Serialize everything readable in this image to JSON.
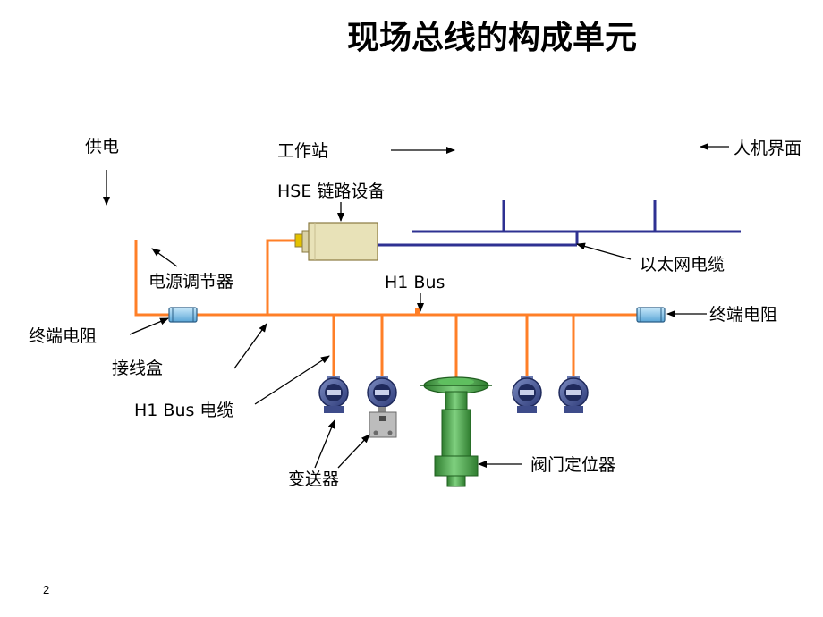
{
  "title": "现场总线的构成单元",
  "labels": {
    "power": "供电",
    "workstation": "工作站",
    "hmi": "人机界面",
    "hse_link": "HSE 链路设备",
    "ethernet_cable": "以太网电缆",
    "power_conditioner": "电源调节器",
    "h1_bus": "H1 Bus",
    "terminator_left": "终端电阻",
    "terminator_right": "终端电阻",
    "junction_box": "接线盒",
    "h1_bus_cable": "H1 Bus 电缆",
    "transmitter": "变送器",
    "valve_positioner": "阀门定位器"
  },
  "page_number": "2",
  "colors": {
    "bus_orange": "#ff7f27",
    "ethernet_blue": "#2e3192",
    "device_blue": "#4a5a9c",
    "valve_green": "#3f9f3f",
    "terminator": "#8ec8ec",
    "hse_box": "#e8e2b8"
  }
}
